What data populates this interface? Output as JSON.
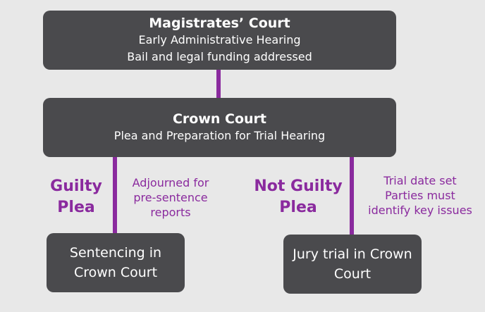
{
  "magistrates": {
    "title": "Magistrates’ Court",
    "line1": "Early Administrative Hearing",
    "line2": "Bail and legal funding addressed"
  },
  "crown": {
    "title": "Crown Court",
    "line1": "Plea and Preparation for Trial Hearing"
  },
  "guilty": {
    "label_line1": "Guilty",
    "label_line2": "Plea",
    "note_line1": "Adjourned for",
    "note_line2": "pre-sentence",
    "note_line3": "reports",
    "outcome_line1": "Sentencing in",
    "outcome_line2": "Crown Court"
  },
  "not_guilty": {
    "label_line1": "Not Guilty",
    "label_line2": "Plea",
    "note_line1": "Trial date set",
    "note_line2": "Parties must",
    "note_line3": "identify key issues",
    "outcome_line1": "Jury trial in Crown",
    "outcome_line2": "Court"
  },
  "colors": {
    "box_fill": "#4a4a4d",
    "accent": "#8a2a9e",
    "background": "#e8e8e8"
  }
}
